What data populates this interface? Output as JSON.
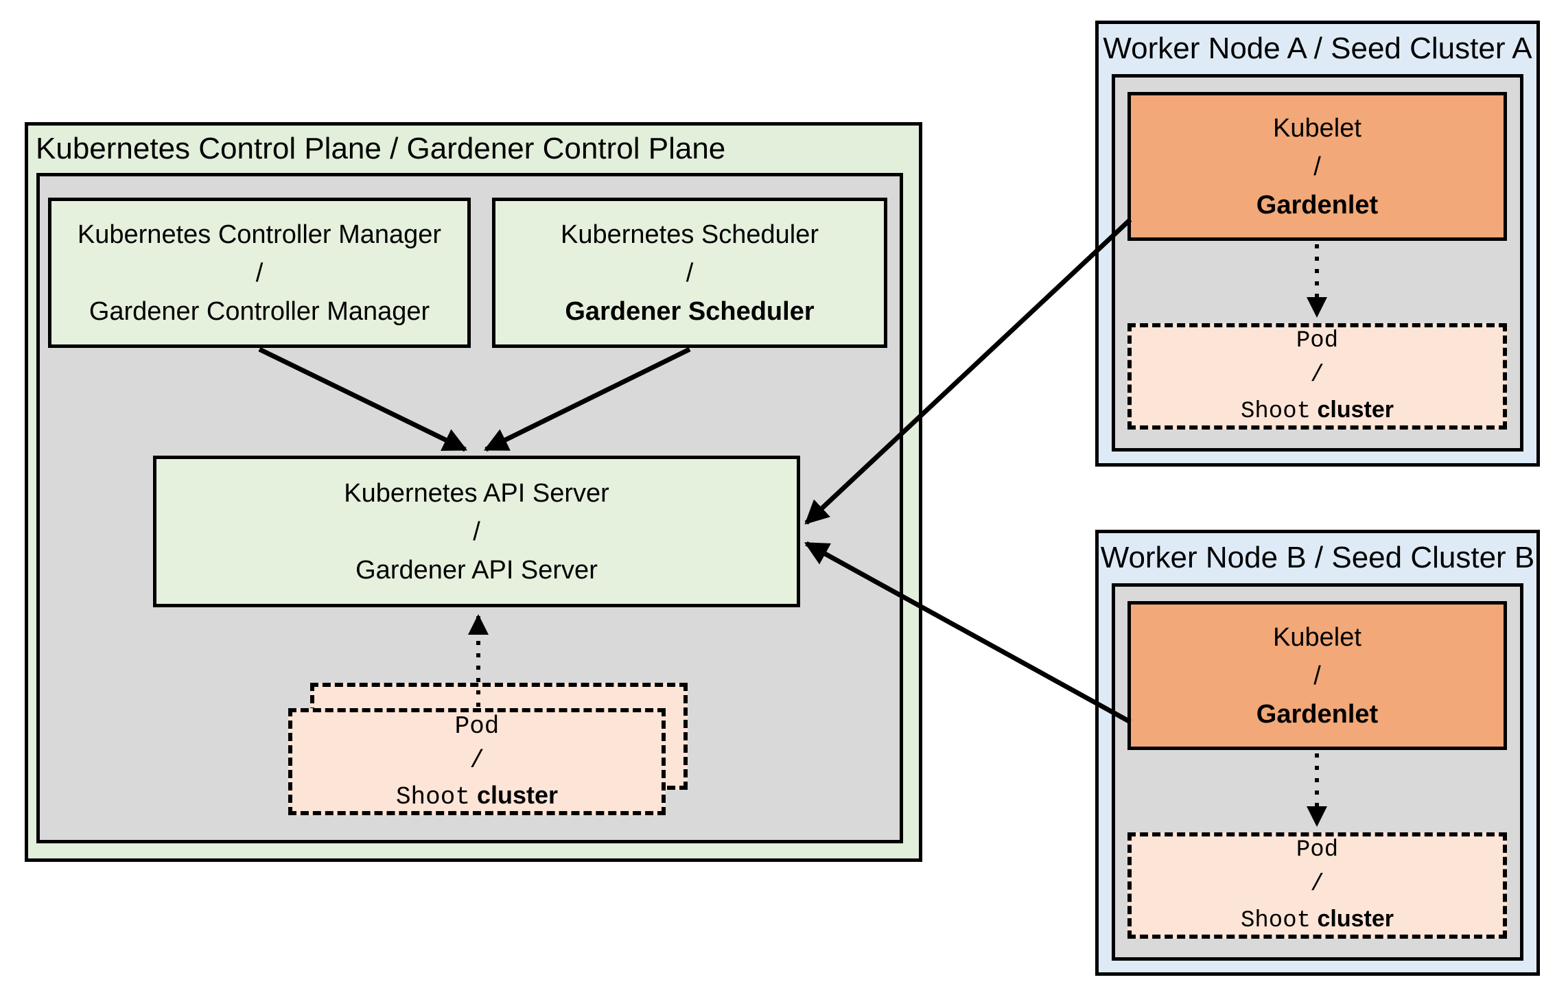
{
  "diagram": {
    "control_plane": {
      "title": "Kubernetes Control Plane / Gardener Control Plane",
      "controller_manager": {
        "l1": "Kubernetes Controller Manager",
        "l2": "/",
        "l3": "Gardener Controller Manager"
      },
      "scheduler": {
        "l1": "Kubernetes Scheduler",
        "l2": "/",
        "l3": "Gardener Scheduler"
      },
      "api_server": {
        "l1": "Kubernetes API Server",
        "l2": "/",
        "l3": "Gardener API Server"
      },
      "pod_stack": {
        "l1": "Pod",
        "l2": "/",
        "l3_mono": "Shoot",
        "l3_sans": "cluster"
      }
    },
    "worker_node_a": {
      "title": "Worker Node A / Seed Cluster A",
      "kubelet": {
        "l1": "Kubelet",
        "l2": "/",
        "l3": "Gardenlet"
      },
      "pod": {
        "l1": "Pod",
        "l2": "/",
        "l3_mono": "Shoot",
        "l3_sans": "cluster"
      }
    },
    "worker_node_b": {
      "title": "Worker Node B / Seed Cluster B",
      "kubelet": {
        "l1": "Kubelet",
        "l2": "/",
        "l3": "Gardenlet"
      },
      "pod": {
        "l1": "Pod",
        "l2": "/",
        "l3_mono": "Shoot",
        "l3_sans": "cluster"
      }
    },
    "colors": {
      "control_plane_bg": "#E2EFDA",
      "box_green": "#E5F0DD",
      "panel_gray": "#D9D9D9",
      "worker_bg": "#DEEBF7",
      "kubelet_orange": "#F2A878",
      "pod_peach": "#FCE4D6",
      "line": "#000000"
    }
  }
}
